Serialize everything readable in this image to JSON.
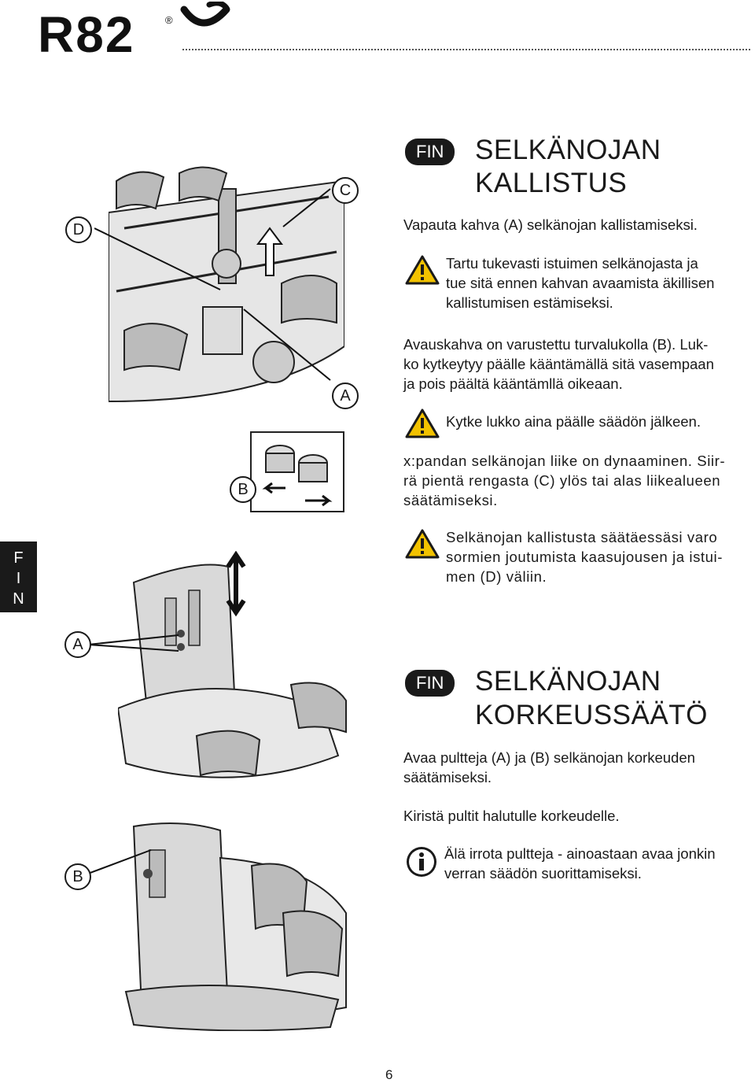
{
  "header": {
    "logo": "R82",
    "registered": "®"
  },
  "side_tab": {
    "letters": [
      "F",
      "I",
      "N"
    ]
  },
  "section1": {
    "lang": "FIN",
    "title_line1": "SELKÄNOJAN",
    "title_line2": "KALLISTUS",
    "intro": "Vapauta kahva (A) selkänojan kallistamiseksi.",
    "warning1": [
      "Tartu tukevasti istuimen selkänojasta ja",
      "tue sitä ennen kahvan avaamista äkillisen",
      "kallistumisen estämiseksi."
    ],
    "para2": [
      "Avauskahva on varustettu turvalukolla (B). Luk-",
      "ko kytkeytyy päälle kääntämällä sitä vasempaan",
      "ja pois päältä kääntämllä oikeaan."
    ],
    "warning2": "Kytke lukko aina päälle säädön jälkeen.",
    "para3": [
      "x:pandan selkänojan liike on dynaaminen. Siir-",
      "rä pientä rengasta (C) ylös tai alas liikealueen",
      "säätämiseksi."
    ],
    "warning3": [
      "Selkänojan kallistusta säätäessäsi varo",
      "sormien joutumista kaasujousen ja istui-",
      "men (D) väliin."
    ]
  },
  "section2": {
    "lang": "FIN",
    "title_line1": "SELKÄNOJAN",
    "title_line2": "KORKEUSSÄÄTÖ",
    "para1": [
      "Avaa pultteja (A) ja (B) selkänojan korkeuden",
      "säätämiseksi."
    ],
    "para2": "Kiristä pultit halutulle korkeudelle.",
    "info": [
      "Älä irrota pultteja - ainoastaan avaa jonkin",
      "verran säädön suorittamiseksi."
    ]
  },
  "labels": {
    "fig1_d": "D",
    "fig1_c": "C",
    "fig1_a": "A",
    "fig2_b": "B",
    "fig3_a": "A",
    "fig4_b": "B"
  },
  "page_number": "6",
  "colors": {
    "ink": "#1a1a1a",
    "warning_yellow": "#f2c200"
  }
}
